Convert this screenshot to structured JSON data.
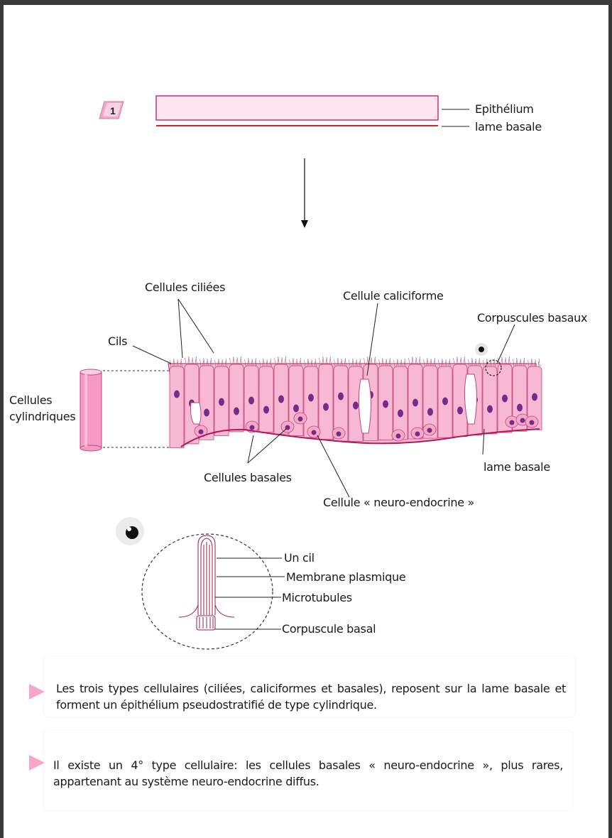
{
  "step_badge": "1",
  "top_labels": {
    "epithelium": "Epithélium",
    "basement_top": "lame basale"
  },
  "tissue_labels": {
    "ciliated": "Cellules ciliées",
    "cilia": "Cils",
    "goblet": "Cellule caliciforme",
    "basal_bodies": "Corpuscules basaux",
    "cylindrical": [
      "Cellules",
      "cylindriques"
    ],
    "basal_cells": "Cellules basales",
    "basement": "lame basale",
    "neuroendocrine": "Cellule « neuro-endocrine »"
  },
  "cilium_labels": {
    "cilium": "Un cil",
    "membrane": "Membrane plasmique",
    "microtubules": "Microtubules",
    "basal_body": "Corpuscule basal"
  },
  "notes": [
    "Les trois types cellulaires (ciliées, caliciformes et basales), reposent sur la lame basale et forment un épithélium pseudostratifié de type cylindrique.",
    "Il existe un 4° type cellulaire: les cellules basales « neuro-endocrine », plus rares, appartenant au système neuro-endocrine diffus."
  ],
  "colors": {
    "epithelium_fill": "#fce4f1",
    "epithelium_border": "#c0307a",
    "basement_red": "#e0202a",
    "cell_fill": "#f7b8d3",
    "cell_border": "#c2467e",
    "nucleus": "#7a2a8c",
    "accent_pink": "#f6a6c9"
  }
}
